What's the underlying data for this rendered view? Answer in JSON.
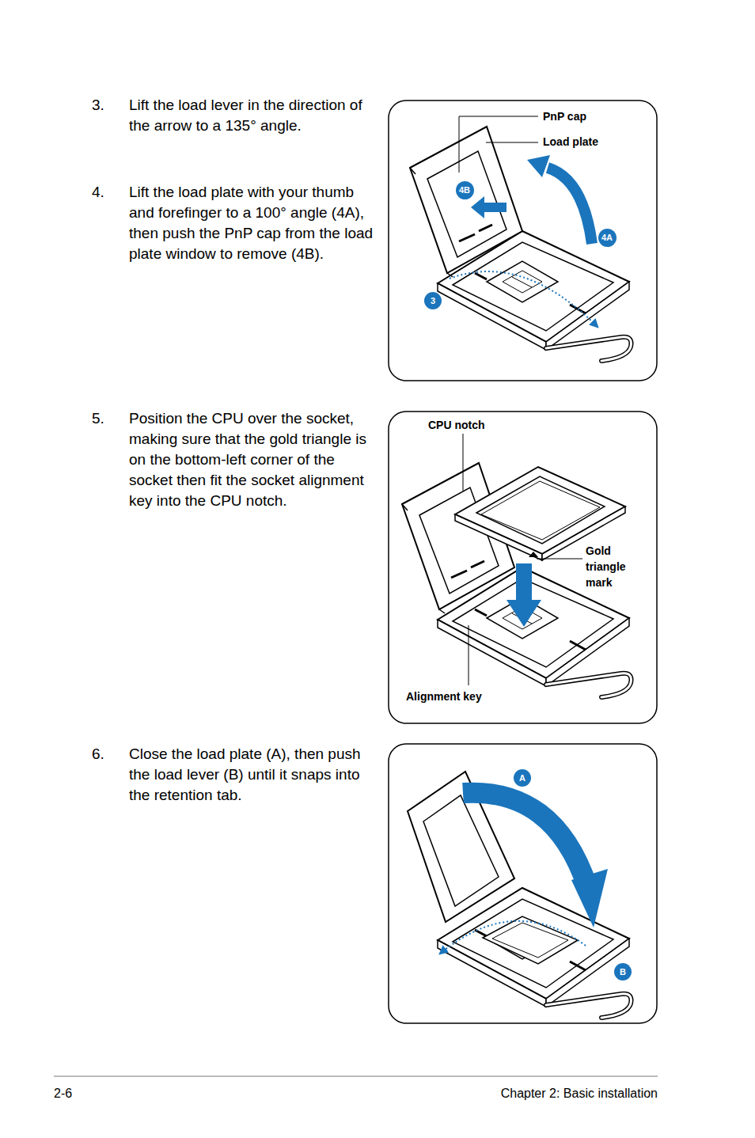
{
  "diagram": {
    "nodes": [
      {
        "text": [
          "4B"
        ]
      },
      {
        "text": [
          "4A"
        ]
      },
      {
        "text": [
          "3"
        ]
      },
      {
        "text": [
          "A"
        ]
      },
      {
        "text": [
          "B"
        ]
      }
    ],
    "labels": [
      "3.",
      "Lift the load lever in the direction of the arrow to a 135° angle.",
      "4.",
      "Lift the load plate with your thumb and forefinger to a 100° angle (4A), then push the PnP cap from the load plate window to remove (4B).",
      "5.",
      "Position the CPU over the socket, making sure that the gold triangle is on the bottom-left corner of the socket then fit the socket alignment key into the CPU notch.",
      "6.",
      "Close the load plate (A), then push the load lever (B) until it snaps into the retention tab.",
      "PnP cap",
      "Load plate",
      "CPU notch",
      "Gold triangle mark",
      "Alignment key",
      "2-6",
      "Chapter 2: Basic installation"
    ]
  }
}
